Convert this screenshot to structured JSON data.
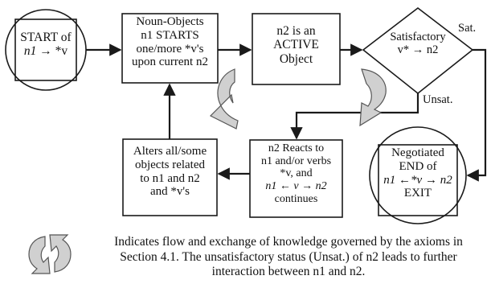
{
  "nodes": {
    "start": {
      "lines": [
        [
          "START of",
          ""
        ],
        [
          "n1",
          " → *v"
        ]
      ]
    },
    "noun_objects": {
      "lines": [
        "Noun-Objects",
        "n1 STARTS",
        "one/more *v's",
        "upon current n2"
      ]
    },
    "active": {
      "lines": [
        "n2 is an",
        "ACTIVE",
        "Object"
      ]
    },
    "satisfactory": {
      "lines": [
        "Satisfactory",
        "v* →  n2"
      ]
    },
    "end": {
      "lines": [
        "Negotiated",
        "END of",
        "n1 ←*v → n2",
        "EXIT"
      ]
    },
    "reacts": {
      "lines": [
        "n2 Reacts to",
        "n1 and/or verbs",
        "*v,  and",
        "n1 ← v  → n2",
        "continues"
      ]
    },
    "alters": {
      "lines": [
        "Alters all/some",
        "objects related",
        "to n1 and n2",
        "and *v's"
      ]
    }
  },
  "edge_labels": {
    "sat": "Sat.",
    "unsat": "Unsat."
  },
  "caption": {
    "lines": [
      "Indicates flow and exchange of knowledge governed by the axioms in",
      "Section 4.1. The unsatisfactory status (Unsat.) of n2 leads to further",
      "interaction between n1 and n2."
    ]
  },
  "colors": {
    "stroke": "#1a1a1a",
    "loop_fill": "#d0d0d0",
    "loop_stroke": "#555555",
    "background": "#ffffff"
  }
}
